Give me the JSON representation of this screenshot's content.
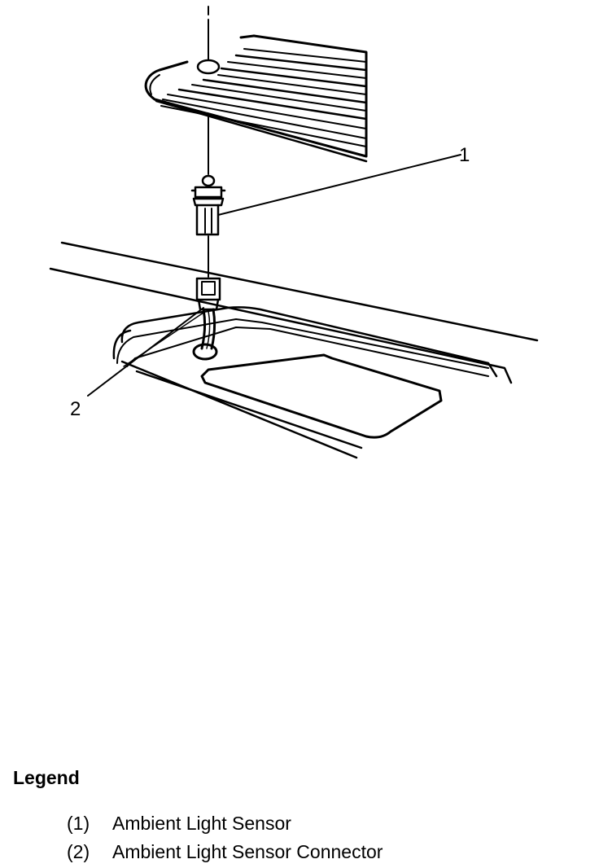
{
  "callouts": {
    "c1": "1",
    "c2": "2"
  },
  "legend": {
    "title": "Legend",
    "items": [
      {
        "num": "(1)",
        "label": "Ambient Light Sensor"
      },
      {
        "num": "(2)",
        "label": "Ambient Light Sensor Connector"
      }
    ]
  }
}
